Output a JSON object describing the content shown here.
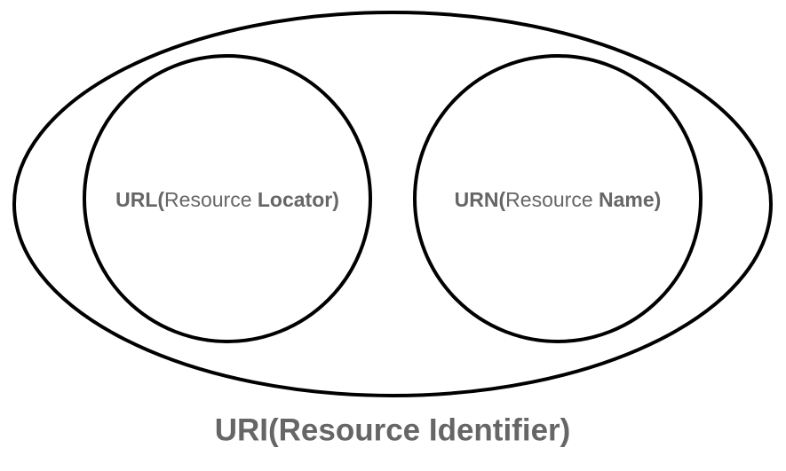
{
  "diagram": {
    "url_circle": {
      "prefix": "URL(",
      "word1": "Resource",
      "word2": "Locator)"
    },
    "urn_circle": {
      "prefix": "URN(",
      "word1": "Resource",
      "word2": "Name)"
    },
    "caption": "URI(Resource Identifier)"
  }
}
